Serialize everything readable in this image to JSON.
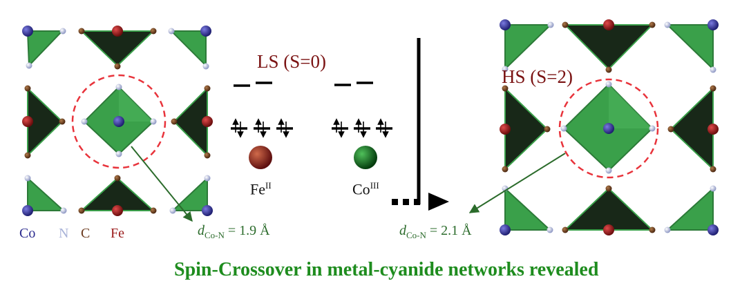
{
  "legend": {
    "co": {
      "text": "Co",
      "color": "#2b2b8f"
    },
    "n": {
      "text": "N",
      "color": "#a9b3d8"
    },
    "c": {
      "text": "C",
      "color": "#6b3a1e"
    },
    "fe": {
      "text": "Fe",
      "color": "#9b1b1b"
    }
  },
  "left_state": {
    "label": "LS (S=0)"
  },
  "right_state": {
    "label": "HS (S=2)"
  },
  "ions": {
    "fe": {
      "symbol": "Fe",
      "oxidation": "II",
      "color": "#8b1e1e"
    },
    "co": {
      "symbol": "Co",
      "oxidation": "III",
      "color": "#0e6a1e"
    }
  },
  "distances": {
    "left": {
      "symbol": "d",
      "subscript": "Co-N",
      "value": "= 1.9 Å"
    },
    "right": {
      "symbol": "d",
      "subscript": "Co-N",
      "value": "= 2.1 Å"
    }
  },
  "headline": "Spin-Crossover in metal-cyanide networks revealed",
  "colors": {
    "octahedron_light": "#3aa04a",
    "octahedron_dark": "#1b2b1b",
    "dashed_circle": "#e8333b",
    "arrow": "#2b6b2b",
    "state_label": "#7a1212",
    "headline": "#1e8c1e"
  }
}
